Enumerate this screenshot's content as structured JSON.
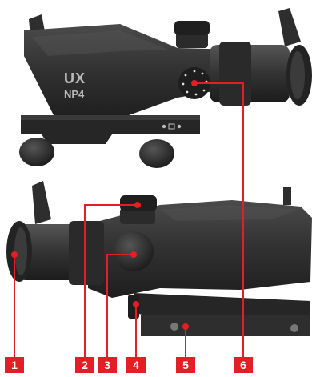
{
  "scope": {
    "logo": "UX",
    "model": "NP4"
  },
  "callouts": [
    {
      "number": "1"
    },
    {
      "number": "2"
    },
    {
      "number": "3"
    },
    {
      "number": "4"
    },
    {
      "number": "5"
    },
    {
      "number": "6"
    }
  ],
  "colors": {
    "callout_red": "#e31e24",
    "body_dark": "#2b2b2b",
    "body_mid": "#3a3a3a",
    "body_light": "#4a4a4a"
  }
}
